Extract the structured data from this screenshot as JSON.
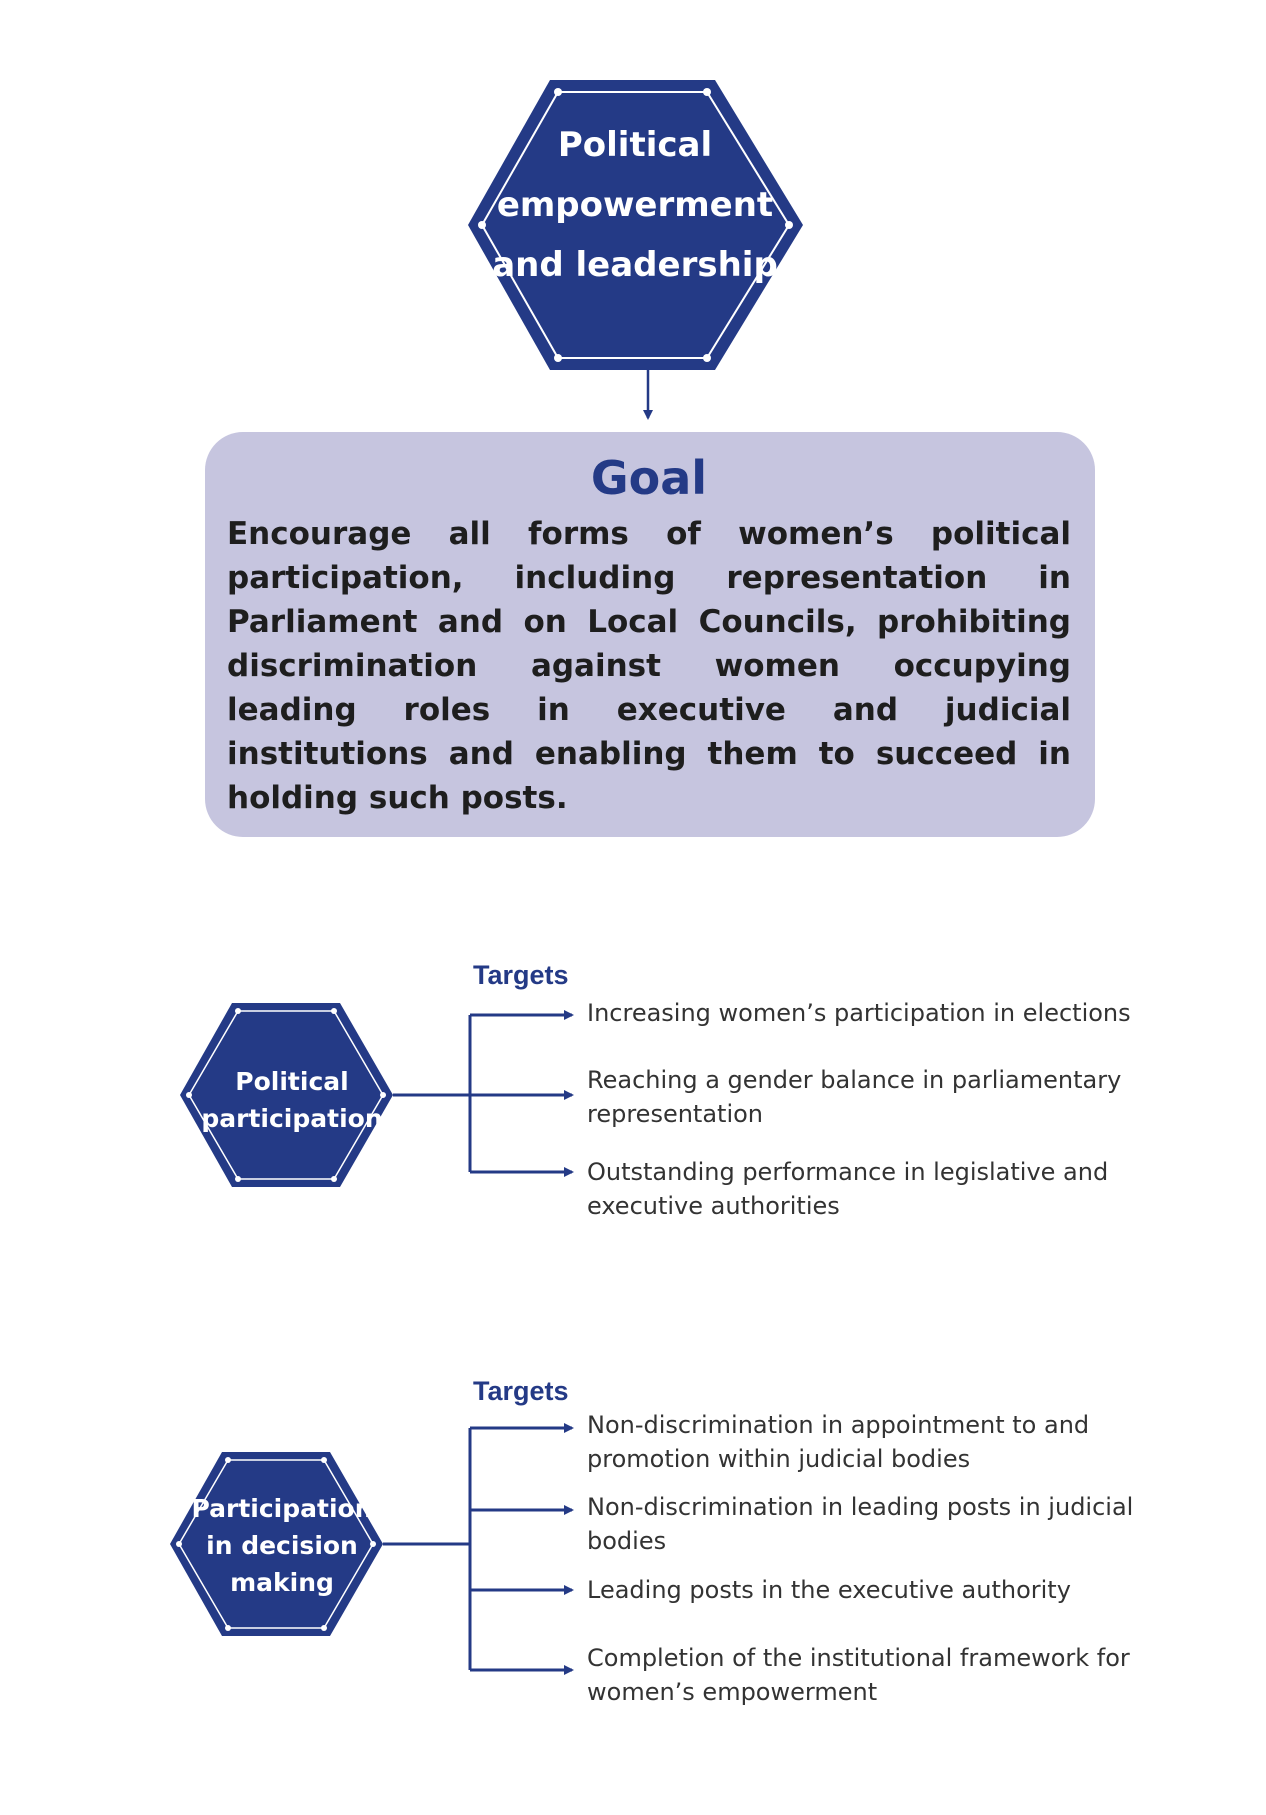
{
  "main_node": {
    "label": "Political\nempowerment\nand leadership"
  },
  "goal": {
    "title": "Goal",
    "text": "Encourage all forms of women’s political participation, including representation in Parliament and on Local Councils, prohibiting discrimination against women occupying leading roles in executive and judicial institutions and enabling them to succeed in holding such posts."
  },
  "sections": [
    {
      "node_label": "Political\nparticipation",
      "targets_label": "Targets",
      "targets": [
        "Increasing women’s participation in elections",
        "Reaching a gender balance in parliamentary representation",
        "Outstanding performance in legislative and executive authorities"
      ]
    },
    {
      "node_label": "Participation\nin decision\nmaking",
      "targets_label": "Targets",
      "targets": [
        "Non-discrimination in appointment to and promotion within judicial bodies",
        "Non-discrimination in leading posts in judicial bodies",
        "Leading posts in the executive authority",
        "Completion of the institutional framework for women’s empowerment"
      ]
    }
  ],
  "colors": {
    "primary": "#243a86",
    "goal_bg": "#c6c5df",
    "text": "#333333"
  }
}
